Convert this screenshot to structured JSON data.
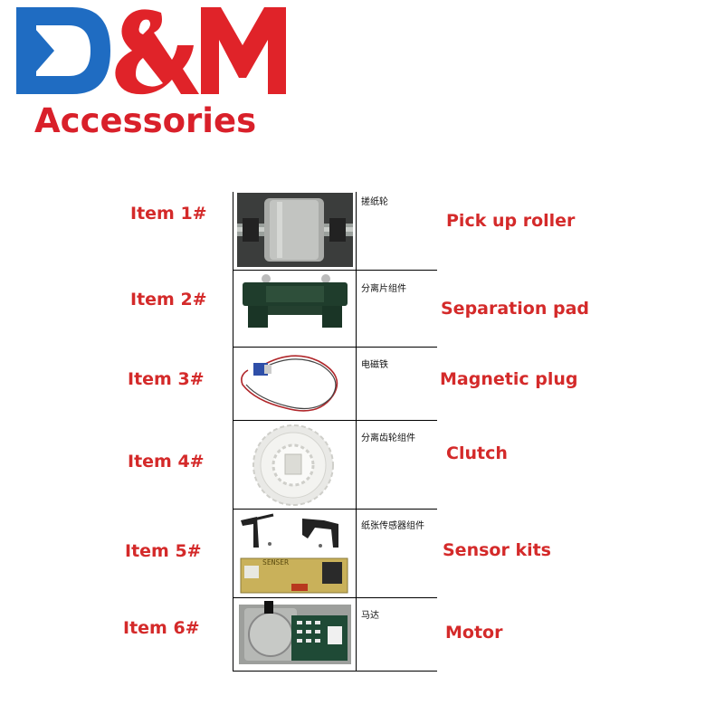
{
  "brand": {
    "logo_letters": "D&M",
    "subtitle": "Accessories",
    "blue": "#1f6cc2",
    "red": "#e02329"
  },
  "items": [
    {
      "label": "Item 1#",
      "cn": "搓纸轮",
      "en": "Pick up roller",
      "icon": "pickup-roller-photo"
    },
    {
      "label": "Item 2#",
      "cn": "分离片组件",
      "en": "Separation pad",
      "icon": "separation-pad-photo"
    },
    {
      "label": "Item 3#",
      "cn": "电磁铁",
      "en": "Magnetic plug",
      "icon": "solenoid-photo"
    },
    {
      "label": "Item 4#",
      "cn": "分离齿轮组件",
      "en": "Clutch",
      "icon": "clutch-gear-photo"
    },
    {
      "label": "Item 5#",
      "cn": "纸张传感器组件",
      "en": "Sensor kits",
      "icon": "sensor-kit-photo"
    },
    {
      "label": "Item 6#",
      "cn": "马达",
      "en": "Motor",
      "icon": "motor-photo"
    }
  ],
  "sensor_board_text": "SENSER",
  "colors": {
    "label_red": "#d42a2a"
  }
}
